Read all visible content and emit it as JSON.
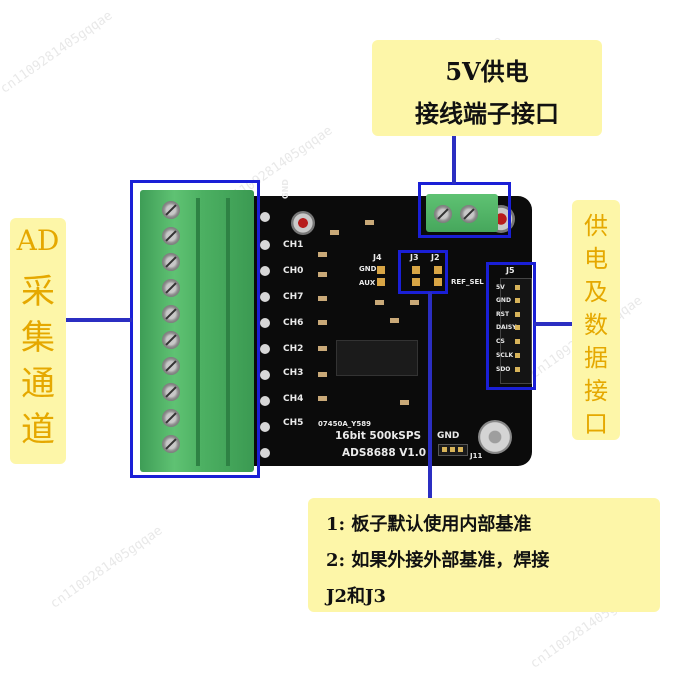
{
  "callouts": {
    "power_title_line1": "5V供电",
    "power_title_line2": "接线端子接口",
    "ad_channels_line1": "AD",
    "ad_channels_chars": [
      "采",
      "集",
      "通",
      "道"
    ],
    "supply_data_chars": [
      "供",
      "电",
      "及",
      "数",
      "据",
      "接",
      "口"
    ],
    "reference_note_line1": "1: 板子默认使用内部基准",
    "reference_note_line2": "2: 如果外接外部基准，焊接",
    "reference_note_line3": "J2和J3"
  },
  "board": {
    "model_label": "ADS8688 V1.0",
    "spec_label": "16bit  500kSPS",
    "part_label": "07450A_Y589",
    "gnd_top": "GND",
    "gnd_bottom": "GND",
    "connector_labels": [
      "J4",
      "J3",
      "J2",
      "J5",
      "J11"
    ],
    "aux_labels": [
      "GND",
      "AUX"
    ],
    "ref_sel": "REF_SEL",
    "header_pins": [
      "5V",
      "GND",
      "RST",
      "DAISY",
      "CS",
      "SCLK",
      "SDO"
    ],
    "channels": [
      "CH1",
      "CH0",
      "CH7",
      "CH6",
      "CH2",
      "CH3",
      "CH4",
      "CH5"
    ]
  },
  "watermark": "cn1109281405gqqae",
  "colors": {
    "callout_bg": "#fdf6a8",
    "highlight_blue": "#1a1fd6",
    "terminal_green": "#4cb062",
    "pcb_black": "#0b0b0b"
  }
}
